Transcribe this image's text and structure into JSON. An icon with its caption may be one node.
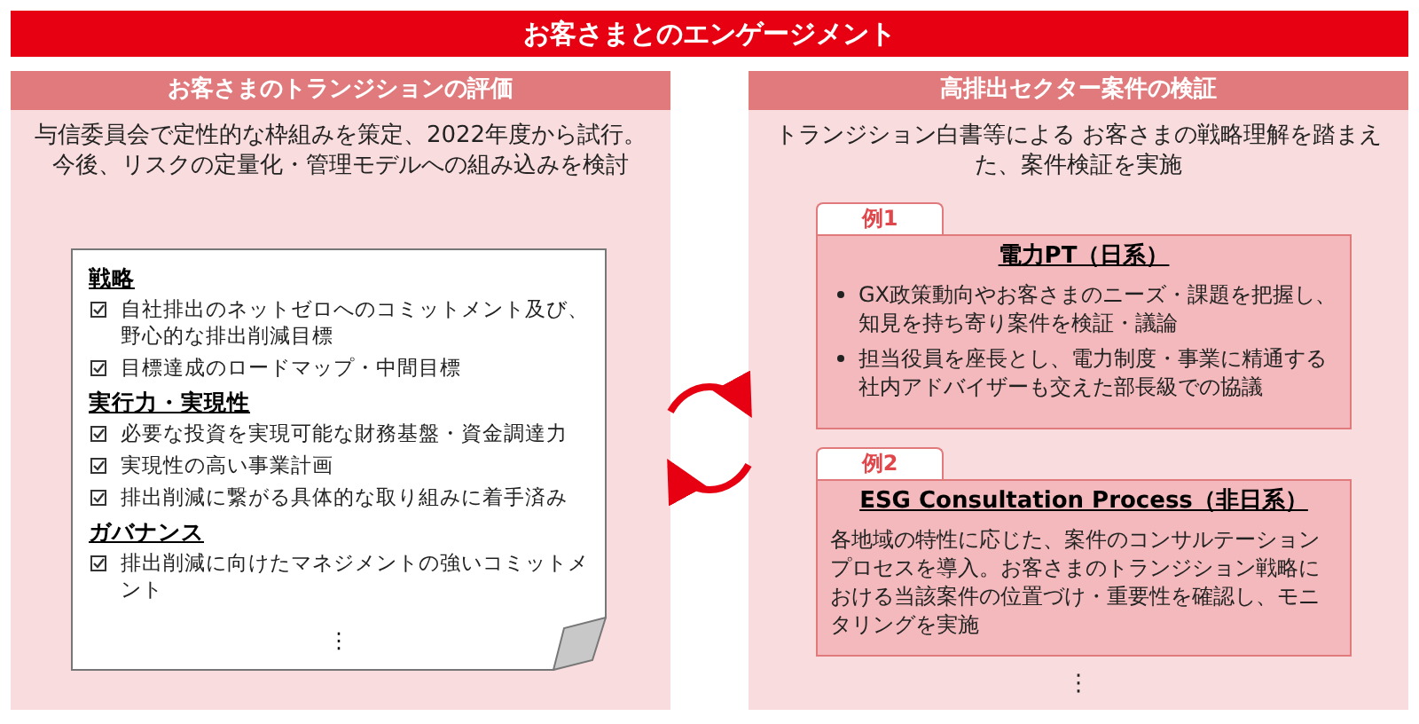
{
  "diagram": {
    "title": "お客さまとのエンゲージメント",
    "nodes": [
      {
        "text": [
          "お客さまのトランジションの評価",
          "与信委員会で定性的な枠組みを策定、2022年度から試行。今後、リスクの定量化・管理モデルへの組み込みを検討"
        ]
      },
      {
        "text": [
          "戦略",
          "自社排出のネットゼロへのコミットメント及び、野心的な排出削減目標",
          "目標達成のロードマップ・中間目標",
          "実行力・実現性",
          "必要な投資を実現可能な財務基盤・資金調達力",
          "実現性の高い事業計画",
          "排出削減に繋がる具体的な取り組みに着手済み",
          "ガバナンス",
          "排出削減に向けたマネジメントの強いコミットメント",
          "⋮"
        ],
        "in": 0
      },
      {
        "text": [
          "高排出セクター案件の検証",
          "トランジション白書等による お客さまの戦略理解を踏まえた、案件検証を実施",
          "⋮"
        ]
      },
      {
        "text": [
          "例1",
          "電力PT（日系）",
          "GX政策動向やお客さまのニーズ・課題を把握し、知見を持ち寄り案件を検証・議論",
          "担当役員を座長とし、電力制度・事業に精通する社内アドバイザーも交えた部長級での協議"
        ],
        "in": 2
      },
      {
        "text": [
          "例2",
          "ESG Consultation Process（非日系）",
          "各地域の特性に応じた、案件のコンサルテーションプロセスを導入。お客さまのトランジション戦略における当該案件の位置づけ・重要性を確認し、モニタリングを実施"
        ],
        "in": 2
      }
    ],
    "edges": [
      {
        "from": 0,
        "to": 2,
        "arrow": "to",
        "color": "#e60012"
      },
      {
        "from": 2,
        "to": 0,
        "arrow": "to",
        "color": "#e60012"
      }
    ]
  }
}
